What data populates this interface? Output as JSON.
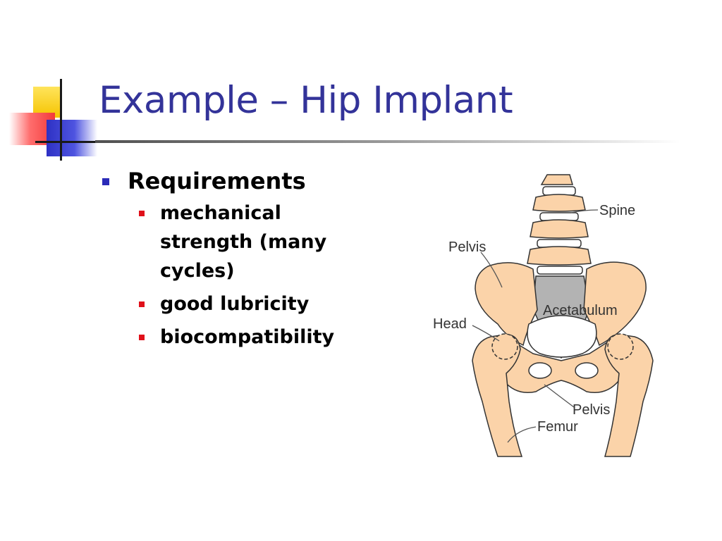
{
  "slide": {
    "title": "Example – Hip Implant",
    "main_bullet": "Requirements",
    "sub_bullets": [
      "mechanical strength (many cycles)",
      "good lubricity",
      "biocompatibility"
    ]
  },
  "figure": {
    "labels": {
      "spine": "Spine",
      "pelvis_top": "Pelvis",
      "acetabulum": "Acetabulum",
      "head": "Head",
      "pelvis_bottom": "Pelvis",
      "femur": "Femur"
    }
  },
  "colors": {
    "title": "#333399",
    "main_bullet_marker": "#2b2bb8",
    "sub_bullet_marker": "#e0101a",
    "bone": "#fbd3a9",
    "acetabulum_fill": "#b3b3b3"
  }
}
